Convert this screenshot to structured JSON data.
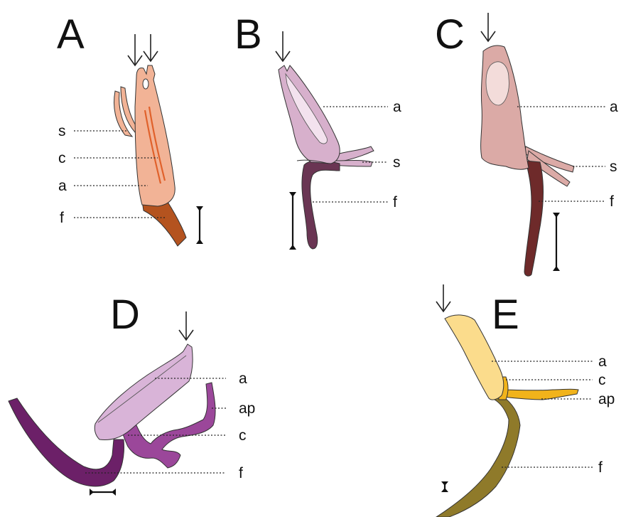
{
  "panels": {
    "A": {
      "letter": "A",
      "labels": {
        "s": "s",
        "c": "c",
        "a": "a",
        "f": "f"
      },
      "colors": {
        "anther": "#f2b396",
        "connective": "#e0612b",
        "filament": "#b4531f",
        "staminode": "#f2b396"
      }
    },
    "B": {
      "letter": "B",
      "labels": {
        "a": "a",
        "s": "s",
        "f": "f"
      },
      "colors": {
        "anther": "#d7b0cc",
        "window": "#f3e2ee",
        "filament": "#6a3553"
      }
    },
    "C": {
      "letter": "C",
      "labels": {
        "a": "a",
        "s": "s",
        "f": "f"
      },
      "colors": {
        "anther": "#dbaaa6",
        "window": "#f3dcda",
        "filament": "#6e2a2a"
      }
    },
    "D": {
      "letter": "D",
      "labels": {
        "a": "a",
        "ap": "ap",
        "c": "c",
        "f": "f"
      },
      "colors": {
        "anther": "#d9b4d8",
        "appendage": "#9b479a",
        "filament": "#6c2068"
      }
    },
    "E": {
      "letter": "E",
      "labels": {
        "a": "a",
        "c": "c",
        "ap": "ap",
        "f": "f"
      },
      "colors": {
        "anther": "#fbdc8c",
        "connective": "#f1b31b",
        "filament": "#8f7a2a"
      }
    }
  }
}
